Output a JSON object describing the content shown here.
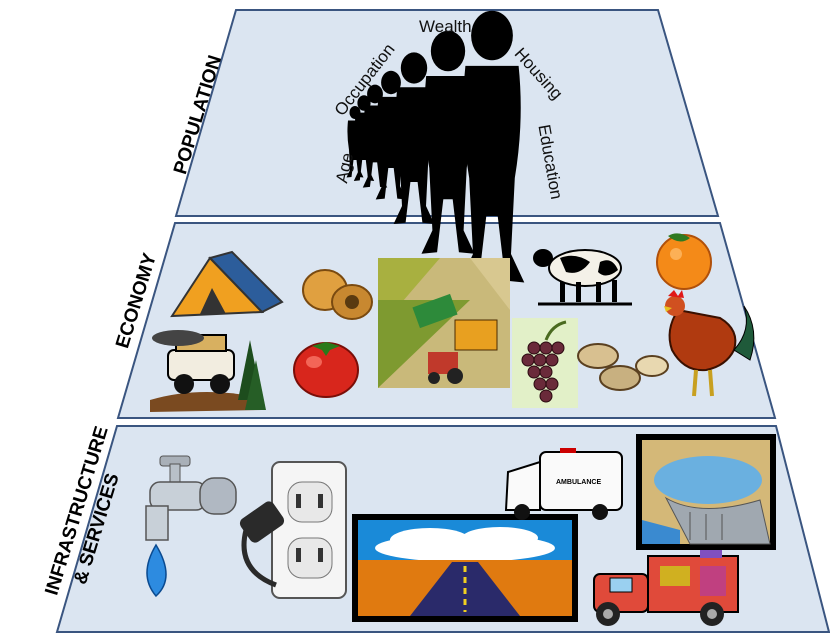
{
  "tiers": {
    "population": {
      "label": "POPULATION",
      "attributes": {
        "wealth": "Wealth",
        "occupation": "Occupation",
        "housing": "Housing",
        "age": "Age",
        "education": "Education"
      }
    },
    "economy": {
      "label": "ECONOMY",
      "items": [
        "tent-icon",
        "bread-icon",
        "harvest-field-icon",
        "cow-icon",
        "orange-icon",
        "jeep-icon",
        "tomato-icon",
        "grapes-icon",
        "nuts-icon",
        "rooster-icon"
      ]
    },
    "infrastructure": {
      "label_line1": "INFRASTRUCTURE",
      "label_line2": "& SERVICES",
      "items": [
        "water-tap-icon",
        "power-outlet-icon",
        "road-icon",
        "ambulance-icon",
        "dam-reservoir-icon",
        "utility-truck-icon"
      ],
      "ambulance_text": "AMBULANCE"
    }
  },
  "colors": {
    "tier_fill": "#dbe5f1",
    "tier_stroke": "#3a5580",
    "background": "#ffffff"
  }
}
